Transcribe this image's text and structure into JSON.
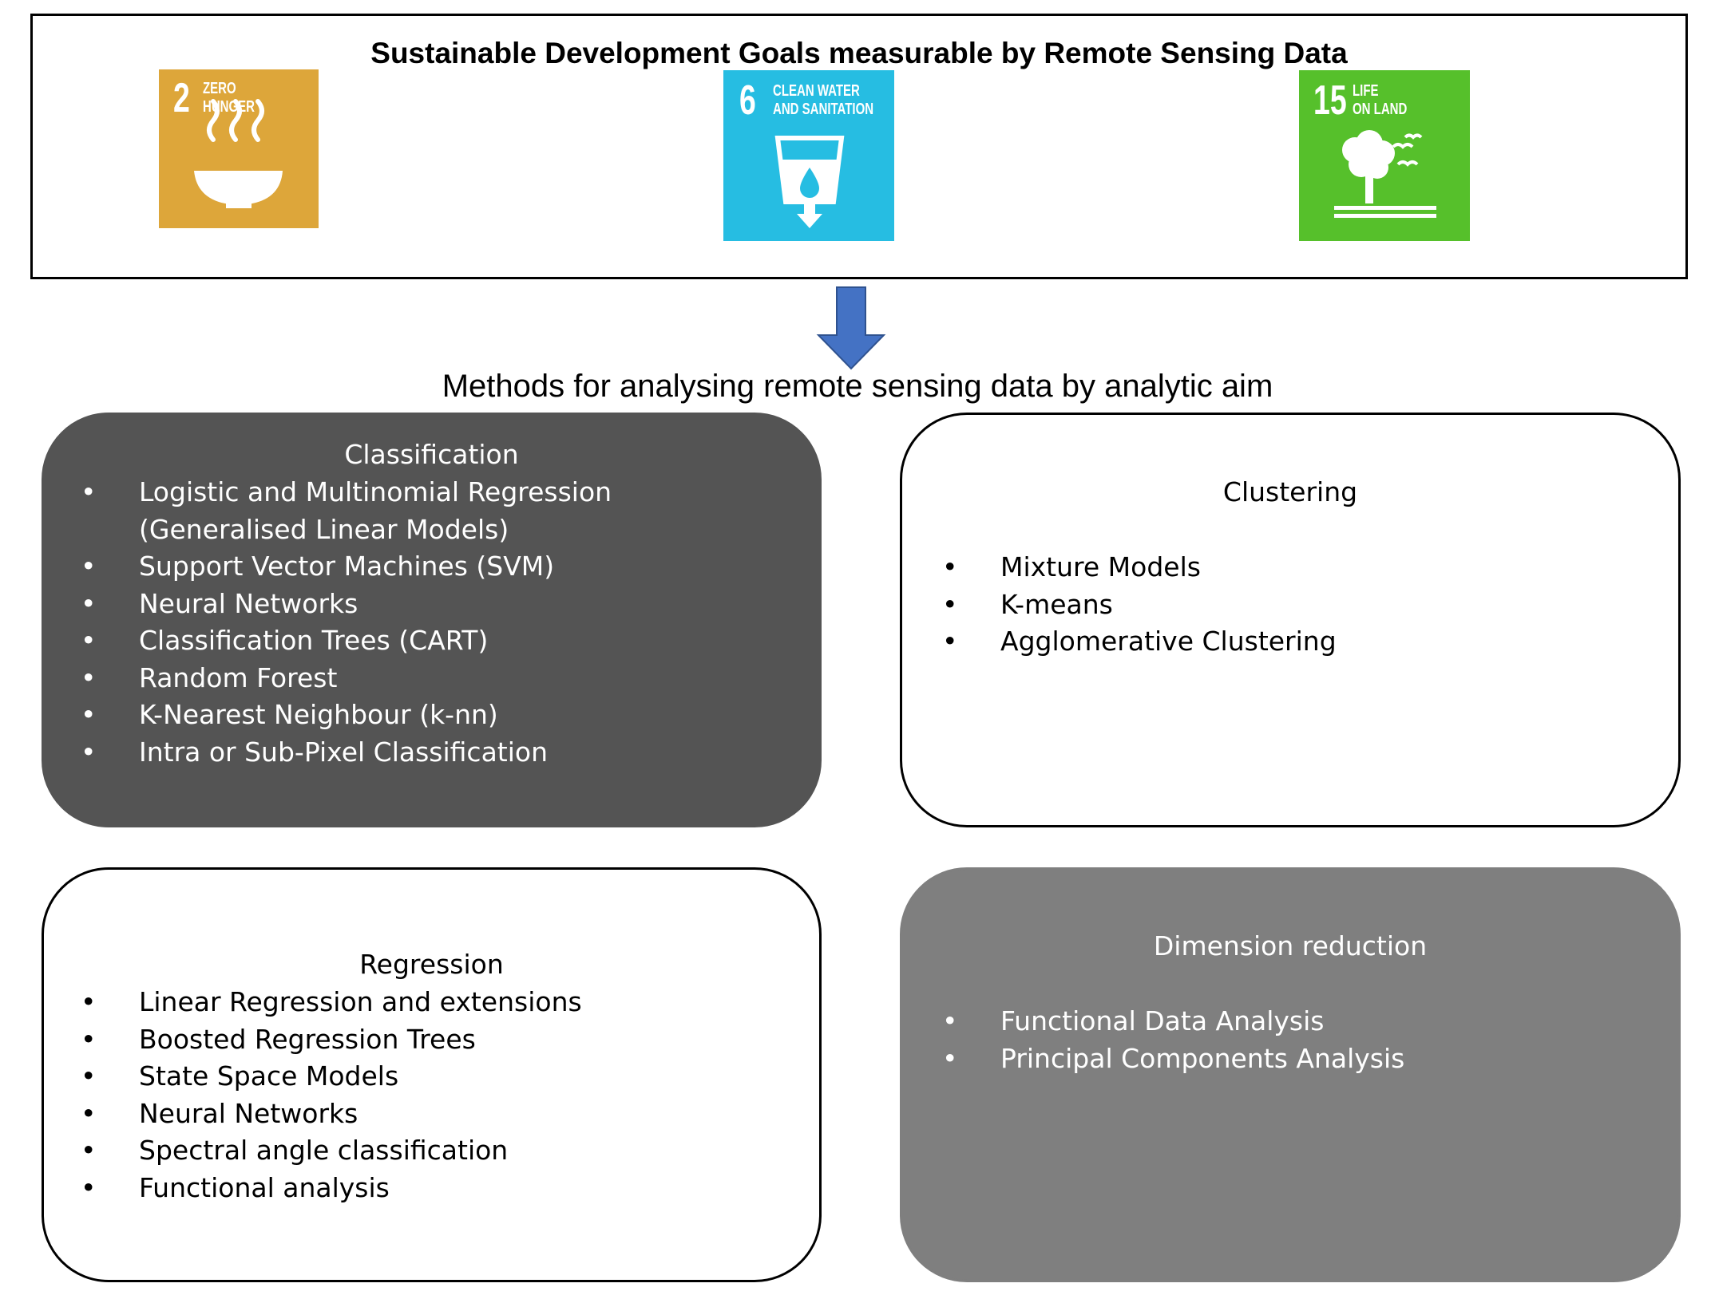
{
  "header": {
    "title": "Sustainable Development Goals measurable by Remote Sensing Data"
  },
  "sdg_tiles": [
    {
      "number": "2",
      "label_line1": "ZERO",
      "label_line2": "HUNGER",
      "icon": "bowl-icon",
      "color": "#dda63a"
    },
    {
      "number": "6",
      "label_line1": "CLEAN WATER",
      "label_line2": "AND SANITATION",
      "icon": "water-glass-icon",
      "color": "#26bde2"
    },
    {
      "number": "15",
      "label_line1": "LIFE",
      "label_line2": "ON LAND",
      "icon": "tree-birds-icon",
      "color": "#56c02b"
    }
  ],
  "arrow": {
    "icon": "down-arrow-icon",
    "color": "#4472c4"
  },
  "section_title": "Methods for analysing remote sensing data by analytic aim",
  "boxes": {
    "classification": {
      "title": "Classification",
      "fill": "#545454",
      "items": [
        "Logistic and Multinomial Regression",
        "Support Vector Machines (SVM)",
        "Neural Networks",
        "Classification Trees (CART)",
        "Random Forest",
        "K-Nearest Neighbour (k-nn)",
        "Intra or Sub-Pixel Classification"
      ],
      "item0_continuation": "(Generalised Linear Models)"
    },
    "clustering": {
      "title": "Clustering",
      "fill": "#ffffff",
      "items": [
        "Mixture Models",
        "K-means",
        "Agglomerative Clustering"
      ]
    },
    "regression": {
      "title": "Regression",
      "fill": "#ffffff",
      "items": [
        "Linear Regression and extensions",
        "Boosted Regression Trees",
        "State Space Models",
        "Neural Networks",
        "Spectral angle classification",
        "Functional analysis"
      ]
    },
    "dimension_reduction": {
      "title": "Dimension reduction",
      "fill": "#7f7f7f",
      "items": [
        "Functional Data Analysis",
        "Principal Components Analysis"
      ]
    }
  }
}
